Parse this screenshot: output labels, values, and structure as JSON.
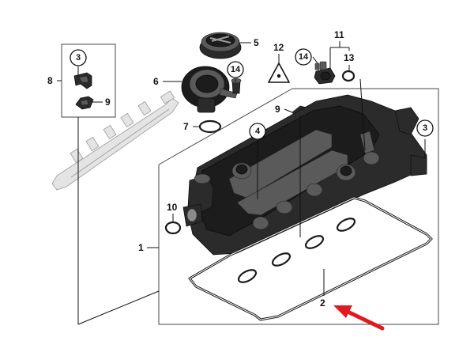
{
  "diagram": {
    "labels": {
      "part_1": "1",
      "part_2": "2",
      "part_3_left": "3",
      "part_3_right": "3",
      "part_4": "4",
      "part_5": "5",
      "part_6": "6",
      "part_7": "7",
      "part_8": "8",
      "part_9_left": "9",
      "part_9_center": "9",
      "part_10": "10",
      "part_11": "11",
      "part_12": "12",
      "part_13": "13",
      "part_14_left": "14",
      "part_14_right": "14"
    },
    "colors": {
      "arrow": "#e11a22",
      "part_dark": "#2b2b2b",
      "rail": "#e4e4e4"
    }
  }
}
